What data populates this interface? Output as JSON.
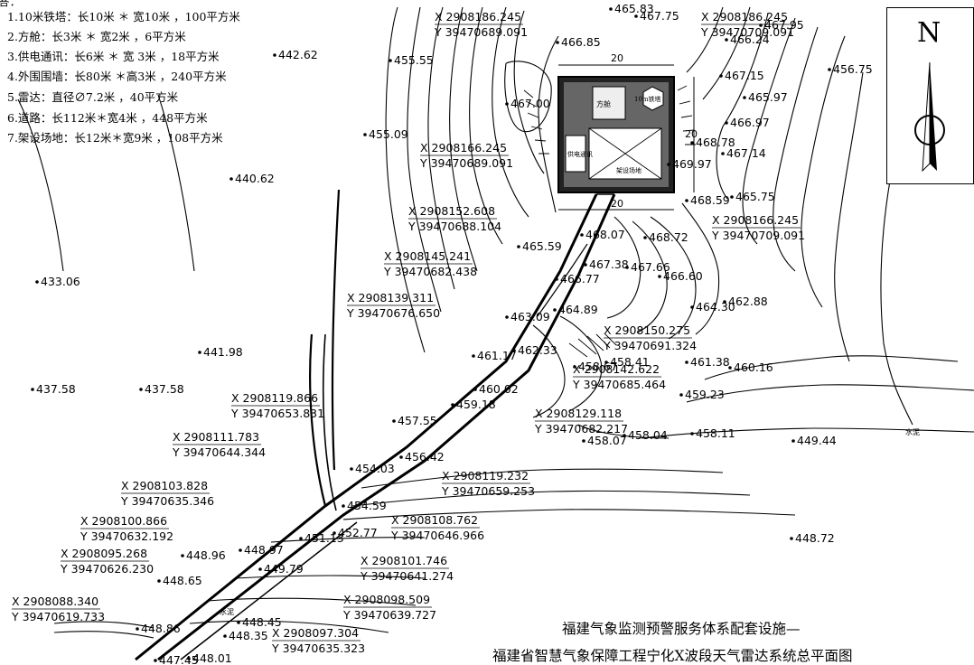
{
  "legend": {
    "head": "答：",
    "items": [
      "1.10米铁塔：长10米 ＊ 宽10米 ，100平方米",
      "2.方舱：长3米 ＊ 宽2米 ，6平方米",
      "3.供电通讯：长6米 ＊ 宽 3米 ，18平方米",
      "4.外围围墙：长80米 ＊高3米 ，240平方米",
      "5.雷达：直径∅7.2米 ，40平方米",
      "6.道路：长112米＊宽4米 ，448平方米",
      "7.架设场地：长12米＊宽9米 ，108平方米"
    ]
  },
  "compass_label": "N",
  "title_line1": "福建气象监测预警服务体系配套设施—",
  "title_line2": "福建省智慧气象保障工程宁化X波段天气雷达系统总平面图",
  "site": {
    "dim_top": "20",
    "dim_bottom": "20",
    "dim_side": "20",
    "tower_label": "10m铁塔",
    "cabin_label": "方舱",
    "power_label": "供电通讯",
    "field_label": "架设场地"
  },
  "coords": [
    {
      "x": "X 2908186.245",
      "y": "Y 39470689.091"
    },
    {
      "x": "X 2908166.245",
      "y": "Y 39470689.091"
    },
    {
      "x": "X 2908152.608",
      "y": "Y 39470688.104"
    },
    {
      "x": "X 2908145.241",
      "y": "Y 39470682.438"
    },
    {
      "x": "X 2908139.311",
      "y": "Y 39470676.650"
    },
    {
      "x": "X 2908119.866",
      "y": "Y 39470653.831"
    },
    {
      "x": "X 2908111.783",
      "y": "Y 39470644.344"
    },
    {
      "x": "X 2908103.828",
      "y": "Y 39470635.346"
    },
    {
      "x": "X 2908100.866",
      "y": "Y 39470632.192"
    },
    {
      "x": "X 2908095.268",
      "y": "Y 39470626.230"
    },
    {
      "x": "X 2908088.340",
      "y": "Y 39470619.733"
    },
    {
      "x": "X 2908186.245",
      "y": "Y 39470709.091"
    },
    {
      "x": "X 2908166.245",
      "y": "Y 39470709.091"
    },
    {
      "x": "X 2908150.275",
      "y": "Y 39470691.324"
    },
    {
      "x": "X 2908142.622",
      "y": "Y 39470685.464"
    },
    {
      "x": "X 2908129.118",
      "y": "Y 39470682.217"
    },
    {
      "x": "X 2908119.232",
      "y": "Y 39470659.253"
    },
    {
      "x": "X 2908108.762",
      "y": "Y 39470646.966"
    },
    {
      "x": "X 2908101.746",
      "y": "Y 39470641.274"
    },
    {
      "x": "X 2908098.509",
      "y": "Y 39470639.727"
    },
    {
      "x": "X 2908097.304",
      "y": "Y 39470635.323"
    }
  ],
  "elevations": [
    "442.62",
    "455.55",
    "455.09",
    "440.62",
    "433.06",
    "441.98",
    "437.58",
    "437.58",
    "467.75",
    "466.85",
    "467.00",
    "467.15",
    "465.97",
    "466.97",
    "467.14",
    "465.75",
    "468.78",
    "469.97",
    "468.59",
    "468.07",
    "468.72",
    "465.59",
    "467.38",
    "467.66",
    "466.60",
    "464.30",
    "462.88",
    "463.09",
    "464.89",
    "462.33",
    "461.38",
    "460.16",
    "460.02",
    "459.18",
    "459.23",
    "458.07",
    "458.04",
    "458.11",
    "457.55",
    "456.42",
    "454.03",
    "454.59",
    "451.13",
    "452.77",
    "448.96",
    "448.97",
    "449.79",
    "448.65",
    "448.45",
    "448.35",
    "448.86",
    "448.01",
    "447.45",
    "456.75",
    "449.44",
    "448.72",
    "465.83",
    "466.24",
    "467.95",
    "466.77",
    "461.17",
    "458.41",
    "458.67"
  ],
  "small_marks": [
    "水泥",
    "水泥"
  ]
}
